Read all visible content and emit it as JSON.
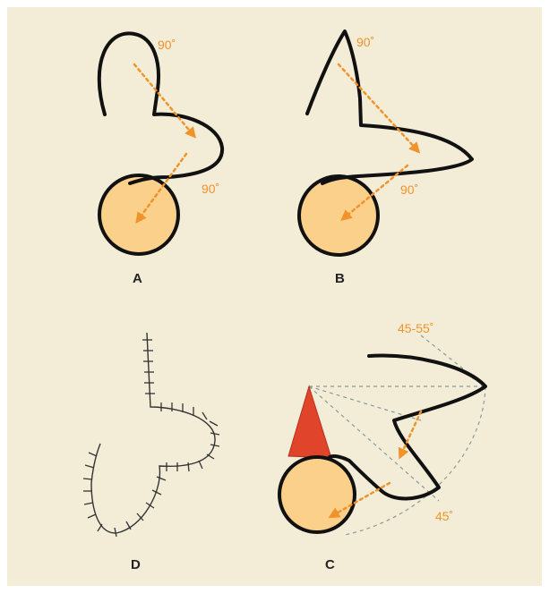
{
  "colors": {
    "background": "#f3edd8",
    "flap_fill": "#fbd08a",
    "outline": "#111111",
    "arrow": "#f0932b",
    "triangle": "#e0442a",
    "guide": "#8a9a9a"
  },
  "panels": {
    "a": {
      "label": "A",
      "angle_top": "90˚",
      "angle_bottom": "90˚"
    },
    "b": {
      "label": "B",
      "angle_top": "90˚",
      "angle_bottom": "90˚"
    },
    "c": {
      "label": "C",
      "angle_top": "45-55˚",
      "angle_bottom": "45˚"
    },
    "d": {
      "label": "D"
    }
  }
}
